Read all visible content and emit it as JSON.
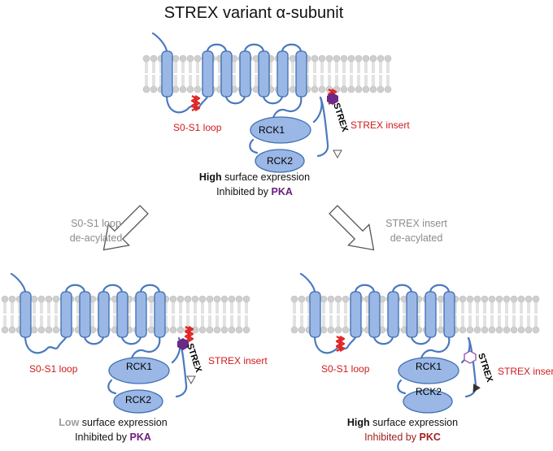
{
  "title": "STREX variant α-subunit",
  "labels": {
    "s0s1_loop": "S0-S1 loop",
    "strex_insert": "STREX insert",
    "rck1": "RCK1",
    "rck2": "RCK2",
    "strex": "STREX"
  },
  "arrows": {
    "left": {
      "line1": "S0-S1 loop",
      "line2": "de-acylated"
    },
    "right": {
      "line1": "STREX insert",
      "line2": "de-acylated"
    }
  },
  "top_caption": {
    "level": "High",
    "expression": " surface expression",
    "inhibited_prefix": "Inhibited by ",
    "kinase": "PKA"
  },
  "left_caption": {
    "level": "Low",
    "expression": " surface expression",
    "inhibited_prefix": "Inhibited by ",
    "kinase": "PKA"
  },
  "right_caption": {
    "level": "High",
    "expression": " surface expression",
    "inhibited_prefix": "Inhibited by ",
    "kinase": "PKC"
  },
  "colors": {
    "helix_fill": "#9ab7e6",
    "helix_stroke": "#3e6fb3",
    "chain": "#4a79bf",
    "membrane": "#c9c9c9",
    "palmitoyl": "#e02424",
    "pka": "#6a1d7d",
    "pkc": "#a12020",
    "phospho": "#6a2a86"
  }
}
